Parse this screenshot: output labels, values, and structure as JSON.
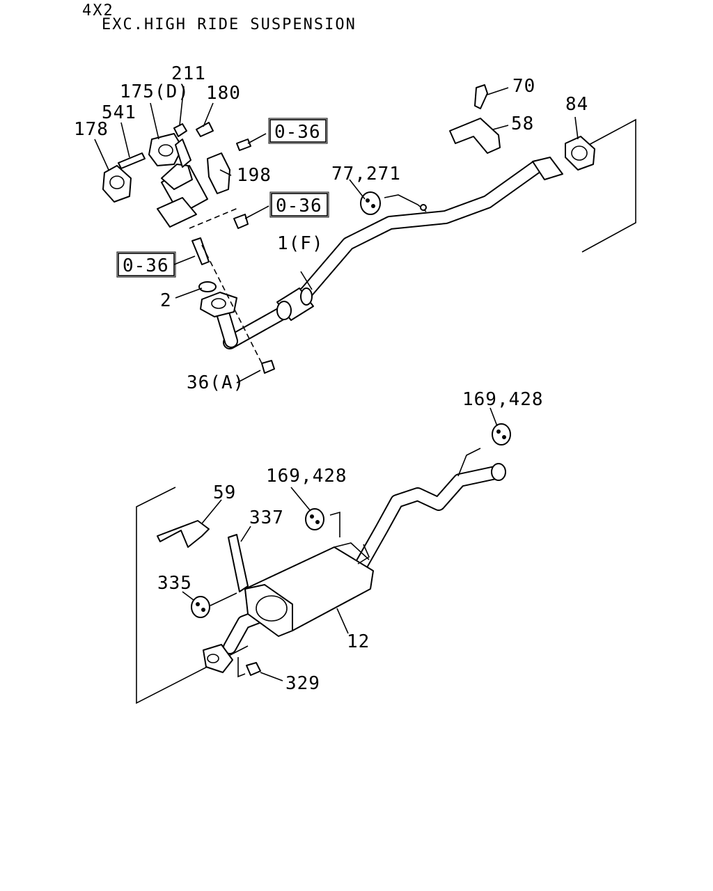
{
  "header": {
    "line1": "4X2",
    "line2": "EXC.HIGH RIDE SUSPENSION"
  },
  "labels": {
    "p211": "211",
    "p175": "175(D)",
    "p180": "180",
    "p541": "541",
    "p178": "178",
    "p198": "198",
    "p70": "70",
    "p58": "58",
    "p84": "84",
    "p77": "77,271",
    "p1": "1(F)",
    "p2": "2",
    "p36": "36(A)",
    "p169a": "169,428",
    "p169b": "169,428",
    "p59": "59",
    "p337": "337",
    "p335": "335",
    "p12": "12",
    "p329": "329"
  },
  "refs": {
    "r1": "0-36",
    "r2": "0-36",
    "r3": "0-36"
  }
}
